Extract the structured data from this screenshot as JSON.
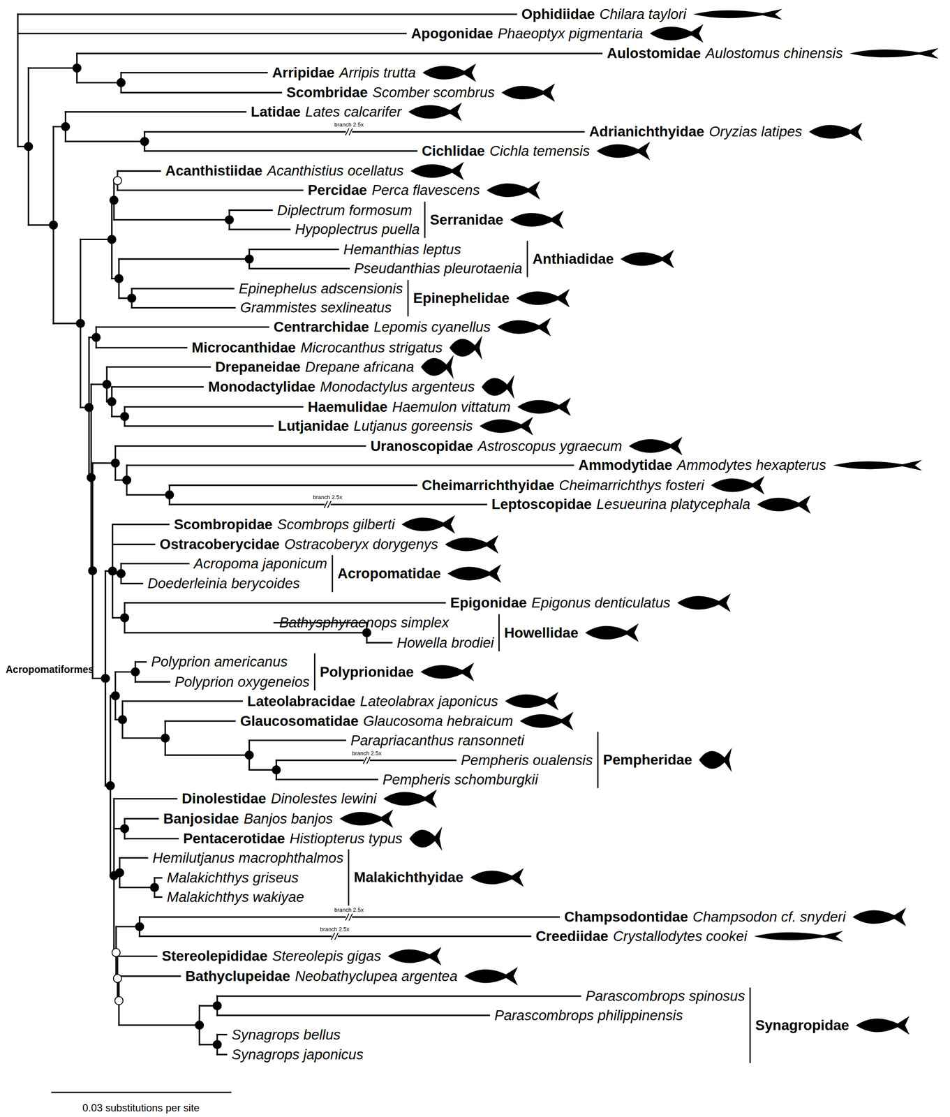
{
  "diagram": {
    "labels": [
      "Ophidiidae",
      "Chilara taylori",
      "Apogonidae",
      "Phaeoptyx pigmentaria",
      "Aulostomidae",
      "Aulostomus chinensis",
      "Arripidae",
      "Arripis trutta",
      "Scombridae",
      "Scomber scombrus",
      "Latidae",
      "Lates calcarifer",
      "branch 2.5x",
      "Adrianichthyidae",
      "Oryzias latipes",
      "Cichlidae",
      "Cichla temensis",
      "Acanthistiidae",
      "Acanthistius ocellatus",
      "Percidae",
      "Perca flavescens",
      "Diplectrum formosum",
      "Serranidae",
      "Hypoplectrus puella",
      "Hemanthias leptus",
      "Anthiadidae",
      "Pseudanthias pleurotaenia",
      "Epinephelus adscensionis",
      "Epinephelidae",
      "Grammistes sexlineatus",
      "Centrarchidae",
      "Lepomis cyanellus",
      "Microcanthidae",
      "Microcanthus strigatus",
      "Drepaneidae",
      "Drepane africana",
      "Monodactylidae",
      "Monodactylus argenteus",
      "Haemulidae",
      "Haemulon vittatum",
      "Lutjanidae",
      "Lutjanus goreensis",
      "Uranoscopidae",
      "Astroscopus ygraecum",
      "Ammodytidae",
      "Ammodytes hexapterus",
      "Cheimarrichthyidae",
      "Cheimarrichthys fosteri",
      "branch 2.5x",
      "Leptoscopidae",
      "Lesueurina platycephala",
      "Scombropidae",
      "Scombrops gilberti",
      "Ostracoberycidae",
      "Ostracoberyx dorygenys",
      "Acropoma japonicum",
      "Acropomatidae",
      "Doederleinia berycoides",
      "Epigonidae",
      "Epigonus denticulatus",
      "Bathysphyraenops simplex",
      "Howellidae",
      "Howella brodiei",
      "Acropomatiformes",
      "Polyprion americanus",
      "Polyprionidae",
      "Polyprion oxygeneios",
      "Lateolabracidae",
      "Lateolabrax japonicus",
      "Glaucosomatidae",
      "Glaucosoma hebraicum",
      "Parapriacanthus ransonneti",
      "branch 2.5x",
      "Pempheris oualensis",
      "Pempheridae",
      "Pempheris schomburgkii",
      "Dinolestidae",
      "Dinolestes lewini",
      "Banjosidae",
      "Banjos banjos",
      "Pentacerotidae",
      "Histiopterus typus",
      "Hemilutjanus macrophthalmos",
      "Malakichthyidae",
      "Malakichthys griseus",
      "Malakichthys wakiyae",
      "branch 2.5x",
      "Champsodontidae",
      "Champsodon cf. snyderi",
      "branch 2.5x",
      "Creediidae",
      "Crystallodytes cookei",
      "Stereolepididae",
      "Stereolepis gigas",
      "Bathyclupeidae",
      "Neobathyclupea argentea",
      "Parascombrops spinosus",
      "Parascombrops philippinensis",
      "Synagropidae",
      "Synagrops bellus",
      "Synagrops japonicus",
      "0.03 substitutions per site"
    ]
  }
}
